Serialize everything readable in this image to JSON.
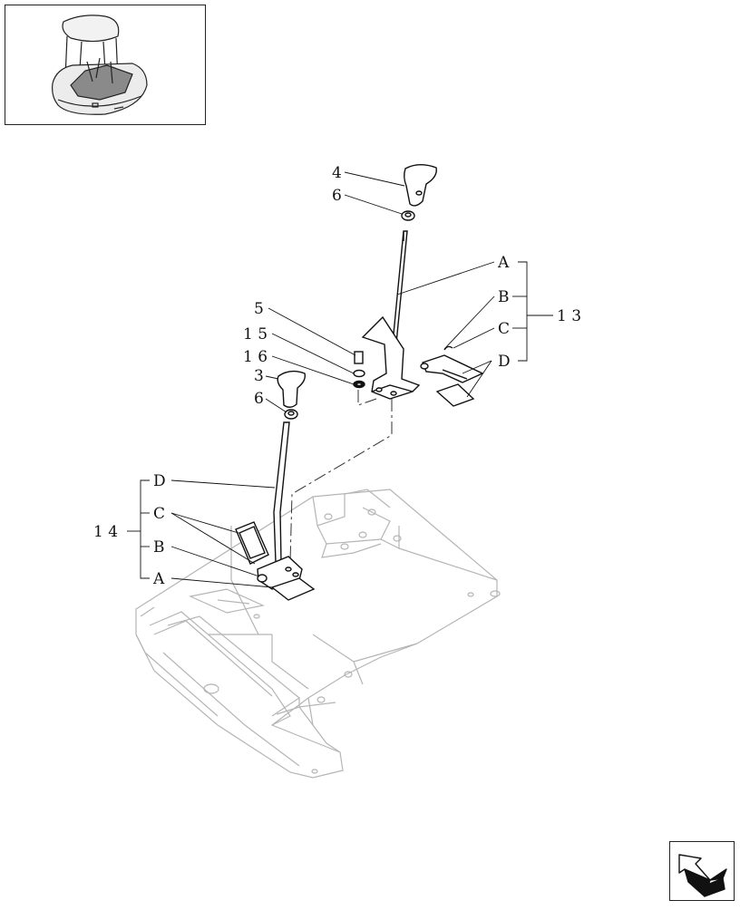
{
  "colors": {
    "ink": "#111111",
    "ghost": "#b5b5b5",
    "bg": "#ffffff"
  },
  "thumbnail": {
    "icon": "machine-overview-icon"
  },
  "nav_button": {
    "icon": "next-page-arrow-icon"
  },
  "callouts": {
    "c4": "4",
    "c6_top": "6",
    "c5": "5",
    "c15": "1 5",
    "c16": "1 6",
    "c3": "3",
    "c6_mid": "6",
    "c13": "1 3",
    "c14": "1 4",
    "r_A": "A",
    "r_B": "B",
    "r_C": "C",
    "r_D": "D",
    "l_D": "D",
    "l_C": "C",
    "l_B": "B",
    "l_A": "A"
  }
}
